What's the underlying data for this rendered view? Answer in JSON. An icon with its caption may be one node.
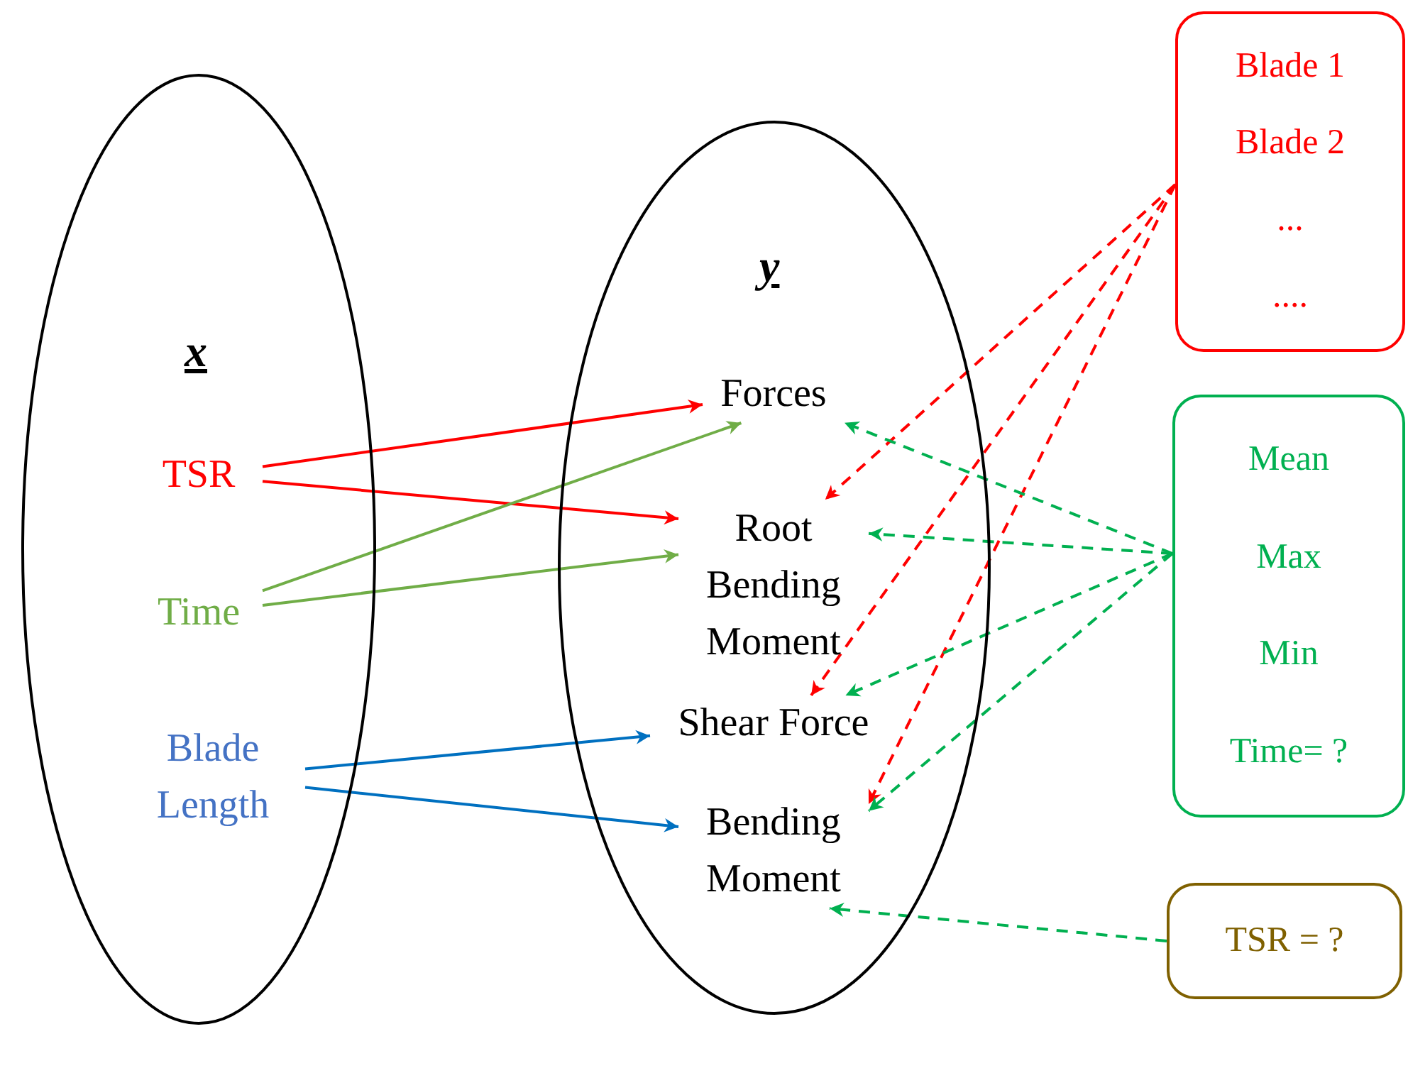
{
  "diagram": {
    "nodes": [
      {
        "text": [
          "x"
        ]
      },
      {
        "text": [
          "TSR"
        ],
        "in": 0
      },
      {
        "text": [
          "Time"
        ],
        "in": 0
      },
      {
        "text": [
          "Blade Length"
        ],
        "in": 0
      },
      {
        "text": [
          "y"
        ]
      },
      {
        "text": [
          "Forces"
        ],
        "in": 4
      },
      {
        "text": [
          "Root Bending Moment"
        ],
        "in": 4
      },
      {
        "text": [
          "Shear Force"
        ],
        "in": 4
      },
      {
        "text": [
          "Bending Moment"
        ],
        "in": 4
      },
      {
        "text": [
          "Blade 1",
          "Blade 2",
          "...",
          "...."
        ]
      },
      {
        "text": [
          "Mean",
          "Max",
          "Min",
          "Time= ?"
        ]
      },
      {
        "text": [
          "TSR = ?"
        ]
      }
    ],
    "edges": [
      {
        "from": 1,
        "to": 5,
        "arrow": "to",
        "color": "#ff0000"
      },
      {
        "from": 1,
        "to": 6,
        "arrow": "to",
        "color": "#ff0000"
      },
      {
        "from": 2,
        "to": 5,
        "arrow": "to",
        "color": "#70ad47"
      },
      {
        "from": 2,
        "to": 6,
        "arrow": "to",
        "color": "#70ad47"
      },
      {
        "from": 3,
        "to": 7,
        "arrow": "to",
        "color": "#0070c0"
      },
      {
        "from": 3,
        "to": 8,
        "arrow": "to",
        "color": "#0070c0"
      },
      {
        "from": 9,
        "to": 6,
        "arrow": "to",
        "style": "dashed",
        "color": "#ff0000"
      },
      {
        "from": 9,
        "to": 7,
        "arrow": "to",
        "style": "dashed",
        "color": "#ff0000"
      },
      {
        "from": 9,
        "to": 8,
        "arrow": "to",
        "style": "dashed",
        "color": "#ff0000"
      },
      {
        "from": 10,
        "to": 5,
        "arrow": "to",
        "style": "dashed",
        "color": "#00b050"
      },
      {
        "from": 10,
        "to": 6,
        "arrow": "to",
        "style": "dashed",
        "color": "#00b050"
      },
      {
        "from": 10,
        "to": 7,
        "arrow": "to",
        "style": "dashed",
        "color": "#00b050"
      },
      {
        "from": 10,
        "to": 8,
        "arrow": "to",
        "style": "dashed",
        "color": "#00b050"
      },
      {
        "from": 11,
        "to": 8,
        "arrow": "to",
        "style": "dashed",
        "color": "#00b050"
      }
    ]
  }
}
